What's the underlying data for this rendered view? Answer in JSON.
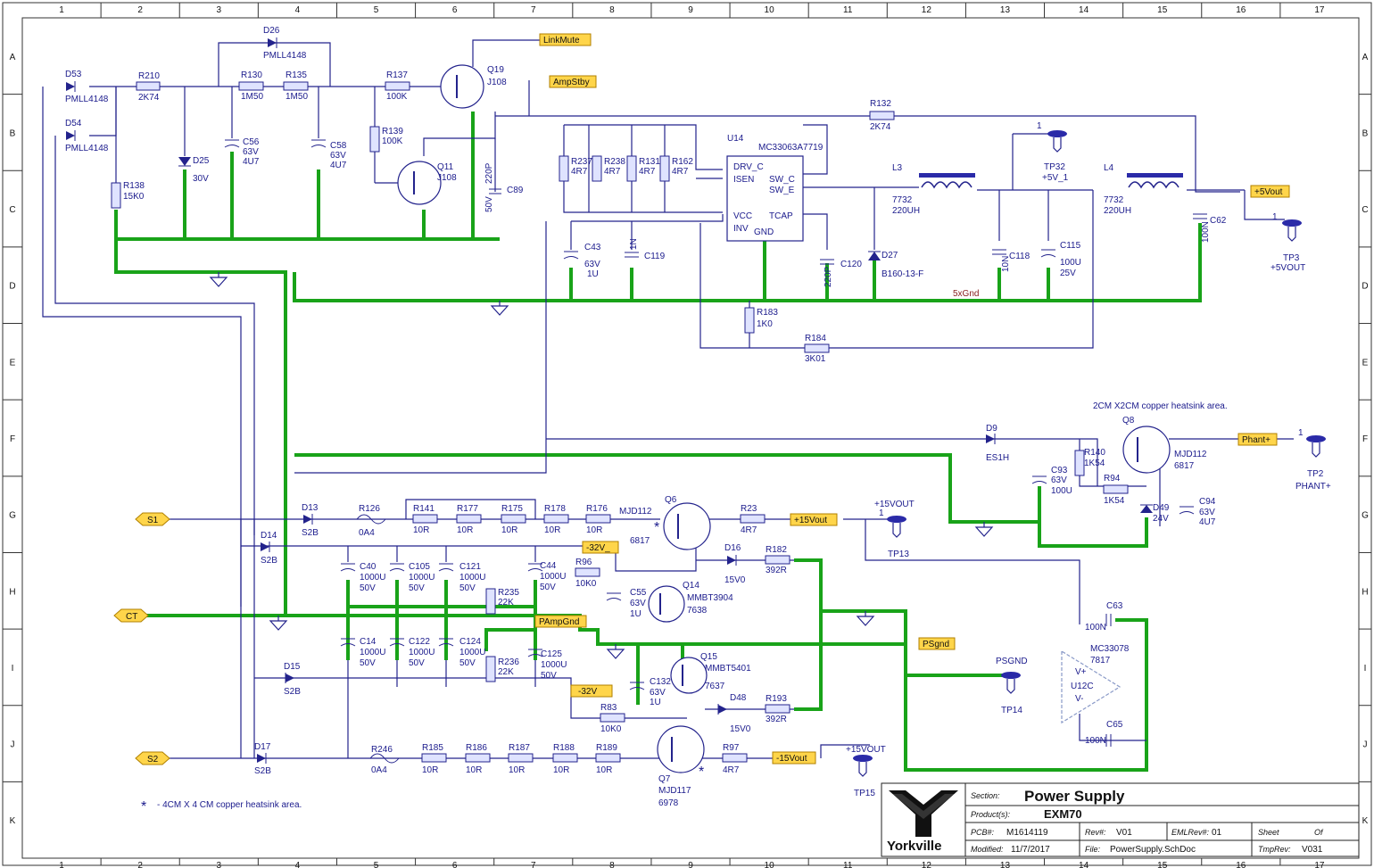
{
  "grid": {
    "columns": [
      "1",
      "2",
      "3",
      "4",
      "5",
      "6",
      "7",
      "8",
      "9",
      "10",
      "11",
      "12",
      "13",
      "14",
      "15",
      "16",
      "17"
    ],
    "rows": [
      "A",
      "B",
      "C",
      "D",
      "E",
      "F",
      "G",
      "H",
      "I",
      "J",
      "K"
    ]
  },
  "colors": {
    "wire": "#23238c",
    "ground_trace": "#19a319",
    "label_fill": "#ffd54a",
    "resistor_fill": "#dfe3ff",
    "component_text": "#1a1a8c"
  },
  "net_labels": {
    "link_mute": "LinkMute",
    "amp_stby": "AmpStby",
    "plus5vout": "+5Vout",
    "phant": "Phant+",
    "plus15vout": "+15Vout",
    "minus32v_a": "-32V_",
    "pampgnd": "PAmpGnd",
    "psgnd": "PSgnd",
    "minus32v_b": "-32V",
    "minus15vout": "-15Vout",
    "s1": "S1",
    "ct": "CT",
    "s2": "S2"
  },
  "plain_nets": {
    "fivegnd": "5xGnd",
    "psgnd": "PSGND",
    "v15out_top": "+15VOUT",
    "v15out_bot": "+15VOUT"
  },
  "test_points": {
    "tp32": "TP32",
    "tp32_net": "+5V_1",
    "tp3": "TP3",
    "tp3_net": "+5VOUT",
    "tp2": "TP2",
    "tp2_net": "PHANT+",
    "tp13": "TP13",
    "tp14": "TP14",
    "tp15": "TP15",
    "pin1": "1"
  },
  "components": {
    "d53": "D53",
    "d53_v": "PMLL4148",
    "d54": "D54",
    "d54_v": "PMLL4148",
    "r210": "R210",
    "r210_v": "2K74",
    "r138": "R138",
    "r138_v": "15K0",
    "d26": "D26",
    "d26_v": "PMLL4148",
    "r130": "R130",
    "r130_v": "1M50",
    "r135": "R135",
    "r135_v": "1M50",
    "d25": "D25",
    "d25_v": "30V",
    "c56": "C56",
    "c56_v1": "63V",
    "c56_v2": "4U7",
    "c58": "C58",
    "c58_v1": "63V",
    "c58_v2": "4U7",
    "r137": "R137",
    "r137_v": "100K",
    "r139": "R139",
    "r139_v": "100K",
    "q19": "Q19",
    "q19_v": "J108",
    "q11": "Q11",
    "q11_v": "J108",
    "c89": "C89",
    "c89_v": "220P",
    "c89_vr": "50V",
    "r132": "R132",
    "r132_v": "2K74",
    "u14": "U14",
    "u14_v": "MC33063A7719",
    "u14_p1": "DRV_C",
    "u14_p2": "ISEN",
    "u14_p3": "SW_C",
    "u14_p4": "SW_E",
    "u14_p5": "VCC",
    "u14_p6": "TCAP",
    "u14_p7": "INV",
    "u14_p8": "GND",
    "r237": "R237",
    "r237_v": "4R7",
    "r238": "R238",
    "r238_v": "4R7",
    "r131": "R131",
    "r131_v": "4R7",
    "r162": "R162",
    "r162_v": "4R7",
    "c43": "C43",
    "c43_v1": "63V",
    "c43_v2": "1U",
    "c119": "C119",
    "c119_v": "1N",
    "c120": "C120",
    "c120_v": "220P",
    "l3": "L3",
    "l3_v1": "7732",
    "l3_v2": "220UH",
    "l4": "L4",
    "l4_v1": "7732",
    "l4_v2": "220UH",
    "d27": "D27",
    "d27_v": "B160-13-F",
    "c118": "C118",
    "c118_v": "10N",
    "c115": "C115",
    "c115_v1": "100U",
    "c115_v2": "25V",
    "c62": "C62",
    "c62_v": "100N",
    "r183": "R183",
    "r183_v": "1K0",
    "r184": "R184",
    "r184_v": "3K01",
    "heatsink_q8": "2CM X2CM copper heatsink area.",
    "q8": "Q8",
    "q8_v1": "MJD112",
    "q8_v2": "6817",
    "d9": "D9",
    "d9_v": "ES1H",
    "r140": "R140",
    "r140_v": "1K54",
    "r94": "R94",
    "r94_v": "1K54",
    "c93": "C93",
    "c93_v1": "63V",
    "c93_v2": "100U",
    "d49": "D49",
    "d49_v": "24V",
    "c94": "C94",
    "c94_v1": "63V",
    "c94_v2": "4U7",
    "d13": "D13",
    "d13_v": "S2B",
    "d14": "D14",
    "d14_v": "S2B",
    "d15": "D15",
    "d15_v": "S2B",
    "d17": "D17",
    "d17_v": "S2B",
    "r126": "R126",
    "r126_v": "0A4",
    "r246": "R246",
    "r246_v": "0A4",
    "r141": "R141",
    "r177": "R177",
    "r175": "R175",
    "r178": "R178",
    "r176": "R176",
    "r10": "10R",
    "r185": "R185",
    "r186": "R186",
    "r187": "R187",
    "r188": "R188",
    "r189": "R189",
    "q6": "Q6",
    "q6_v1": "MJD112",
    "q6_v2": "6817",
    "r23": "R23",
    "r23_v": "4R7",
    "d16": "D16",
    "d16_v": "15V0",
    "r182": "R182",
    "r182_v": "392R",
    "r96": "R96",
    "r96_v": "10K0",
    "c55": "C55",
    "c55_v1": "63V",
    "c55_v2": "1U",
    "q14": "Q14",
    "q14_v1": "MMBT3904",
    "q14_v2": "7638",
    "c40": "C40",
    "c105": "C105",
    "c121": "C121",
    "c14": "C14",
    "c122": "C122",
    "c124": "C124",
    "cap1000": "1000U",
    "v50": "50V",
    "c44": "C44",
    "c125": "C125",
    "r235": "R235",
    "r236": "R236",
    "r22k": "22K",
    "q15": "Q15",
    "q15_v1": "MMBT5401",
    "q15_v2": "7637",
    "c132": "C132",
    "c132_v1": "63V",
    "c132_v2": "1U",
    "r83": "R83",
    "r83_v": "10K0",
    "d48": "D48",
    "d48_v": "15V0",
    "r193": "R193",
    "r193_v": "392R",
    "q7": "Q7",
    "q7_v1": "MJD117",
    "q7_v2": "6978",
    "r97": "R97",
    "r97_v": "4R7",
    "c63": "C63",
    "c63_v": "100N",
    "c65": "C65",
    "c65_v": "100N",
    "u12": "U12C",
    "u12_v1": "MC33078",
    "u12_v2": "7817",
    "heatsink_note": "- 4CM X 4 CM copper heatsink area.",
    "star": "*"
  },
  "title_block": {
    "logo": "Yorkville",
    "section_label": "Section:",
    "section": "Power Supply",
    "products_label": "Product(s):",
    "products": "EXM70",
    "pcb_label": "PCB#:",
    "pcb": "M1614119",
    "rev_label": "Rev#:",
    "rev": "V01",
    "eml_label": "EMLRev#:",
    "eml": "01",
    "sheet_label": "Sheet",
    "sheet_of": "Of",
    "modified_label": "Modified:",
    "modified": "11/7/2017",
    "file_label": "File:",
    "file": "PowerSupply.SchDoc",
    "tmprev_label": "TmpRev:",
    "tmprev": "V031"
  }
}
